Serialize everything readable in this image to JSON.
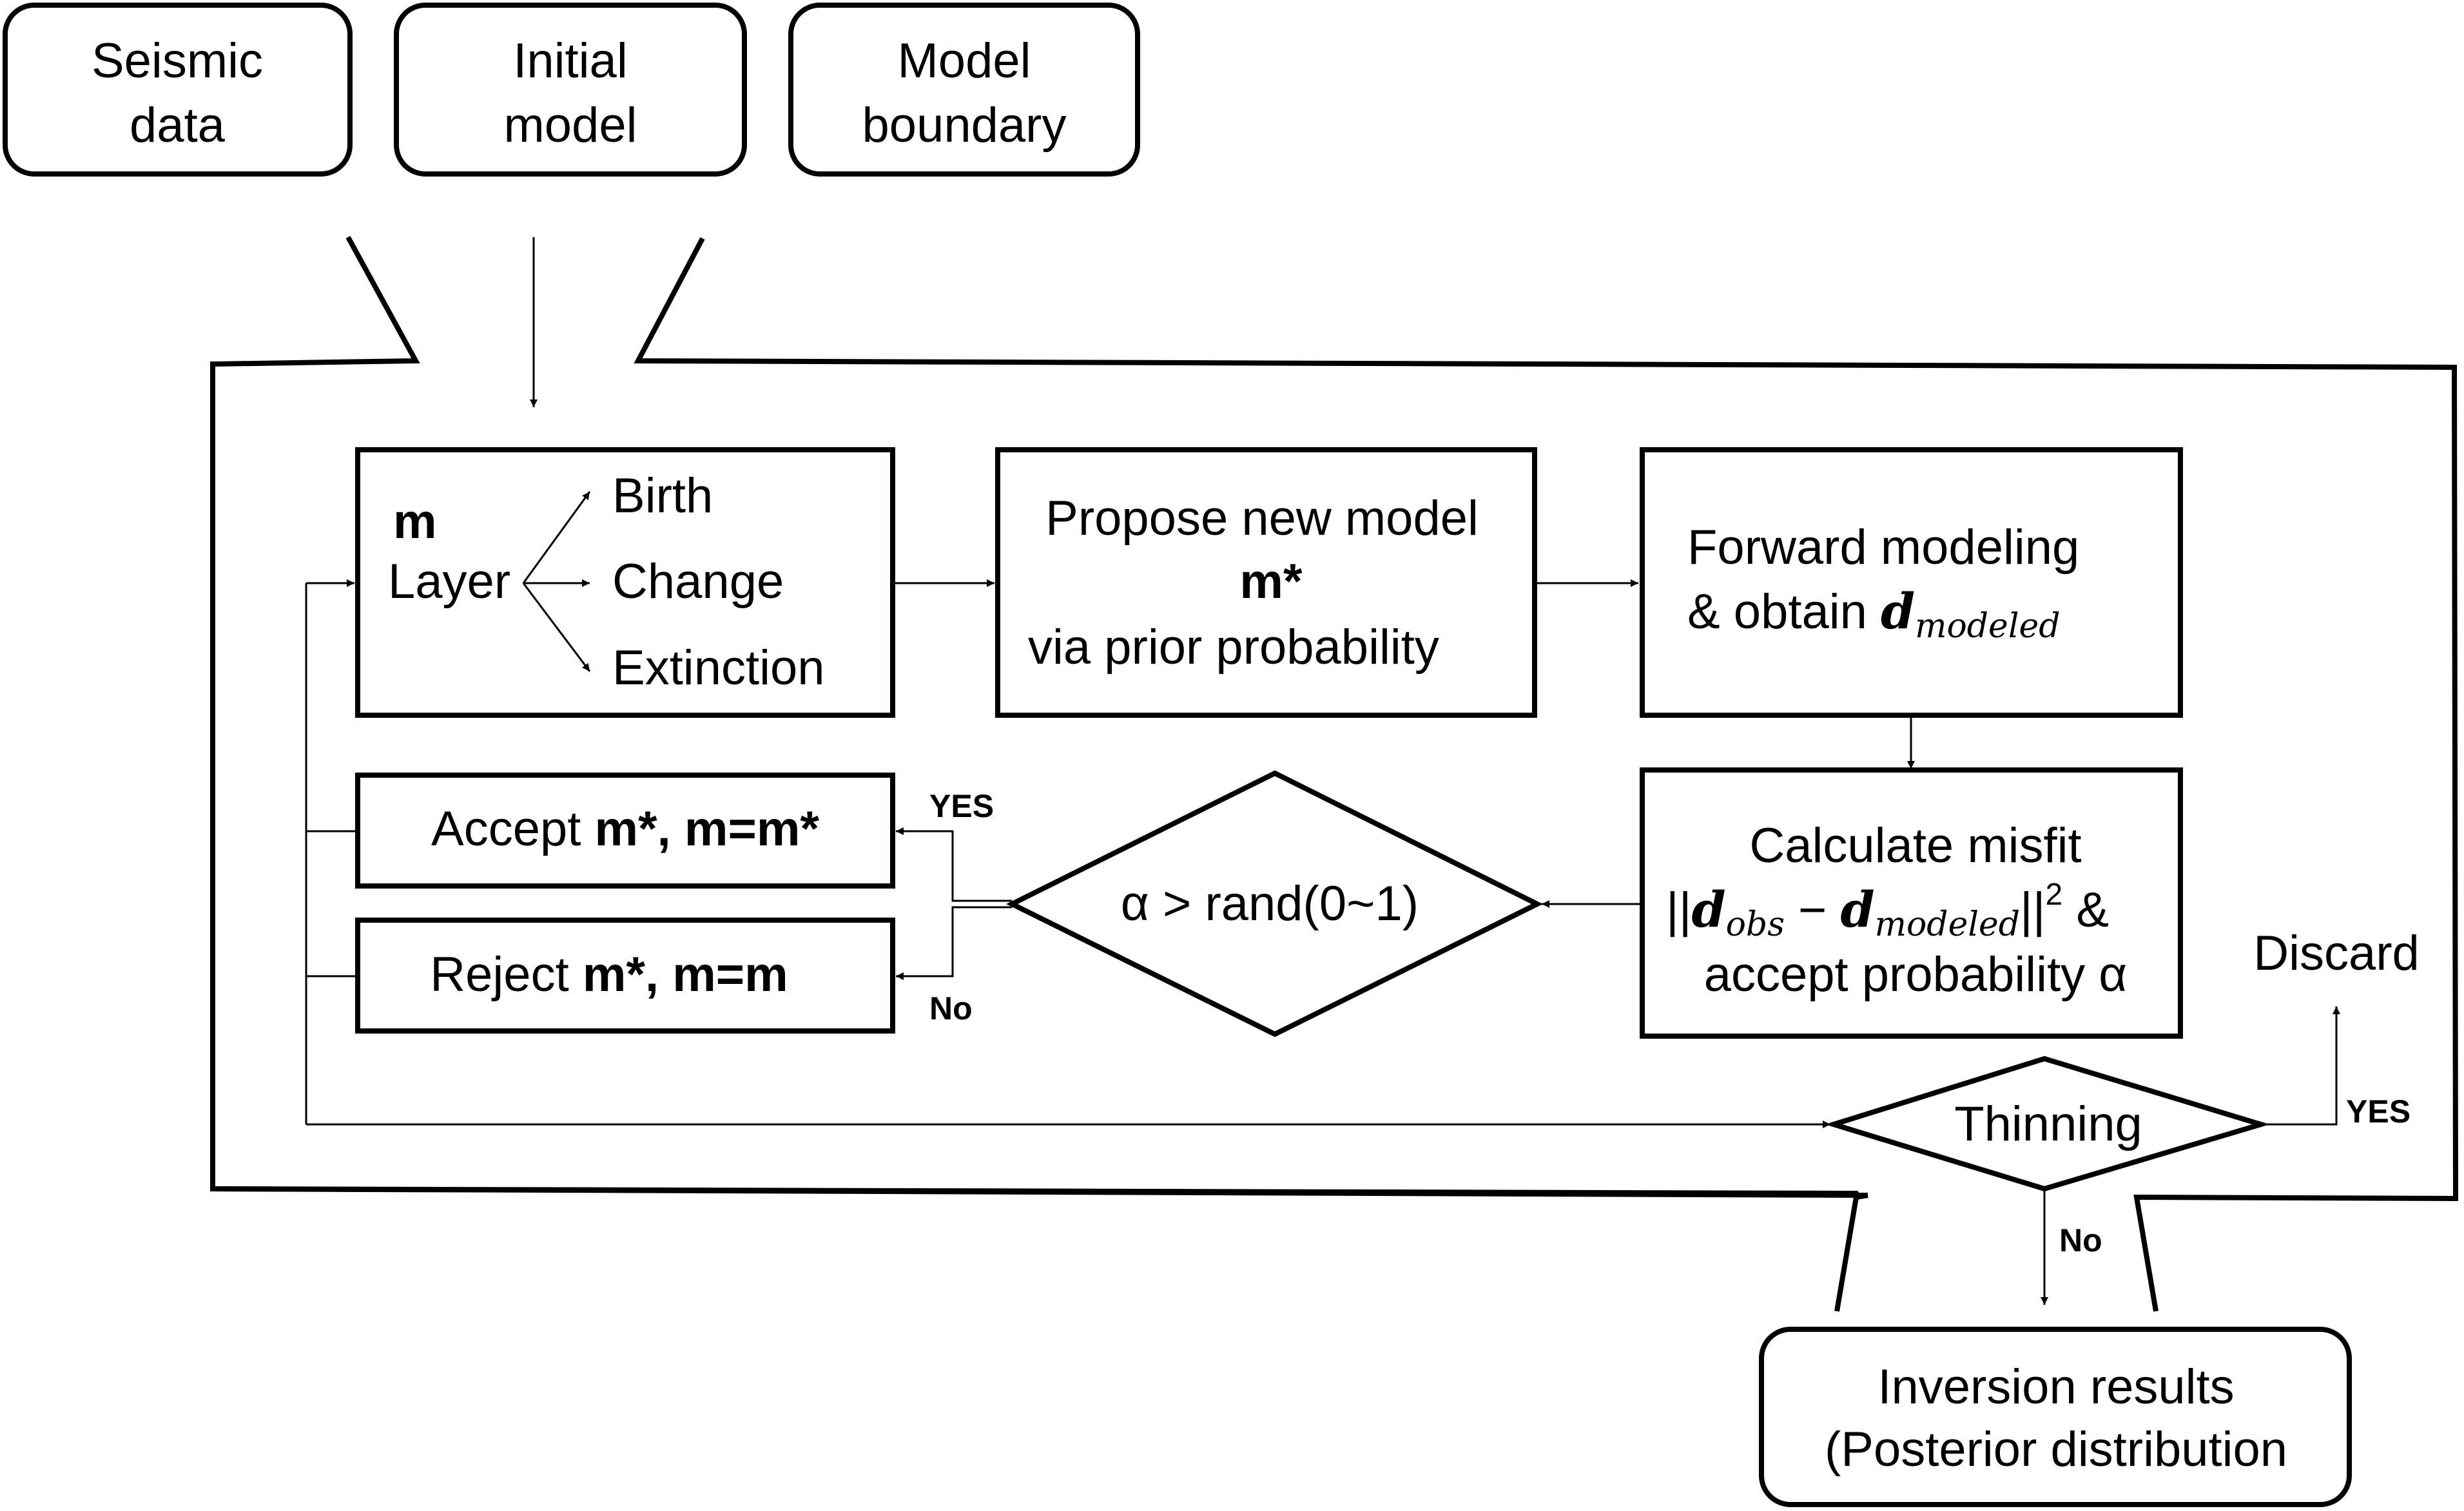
{
  "inputs": {
    "seismic_data": [
      "Seismic",
      "data"
    ],
    "initial_model": [
      "Initial",
      "model"
    ],
    "model_boundary": [
      "Model",
      "boundary"
    ]
  },
  "layer_box": {
    "m": "m",
    "layer": "Layer",
    "birth": "Birth",
    "change": "Change",
    "extinction": "Extinction"
  },
  "propose_box": {
    "line1": "Propose new model",
    "line2": "m*",
    "line3": "via prior probability"
  },
  "forward_box": {
    "line1": "Forward modeling",
    "line2_prefix": "& obtain ",
    "d": "d",
    "d_sub": "modeled"
  },
  "misfit_box": {
    "line1": "Calculate misfit",
    "norm_open": "||",
    "d_obs": "d",
    "d_obs_sub": "obs",
    "minus": " − ",
    "d_mod": "d",
    "d_mod_sub": "modeled",
    "norm_close": "||",
    "power": "2",
    "amp": " &",
    "line3": "accept probability α"
  },
  "decision": {
    "condition": "α > rand(0~1)",
    "yes": "YES",
    "no": "No"
  },
  "accept_box": {
    "prefix": "Accept ",
    "bold": "m*, m=m*"
  },
  "reject_box": {
    "prefix": "Reject ",
    "bold": "m*, m=m"
  },
  "thinning": {
    "label": "Thinning",
    "yes": "YES",
    "no": "No",
    "discard": "Discard"
  },
  "results": {
    "line1": "Inversion results",
    "line2": "(Posterior distribution"
  }
}
